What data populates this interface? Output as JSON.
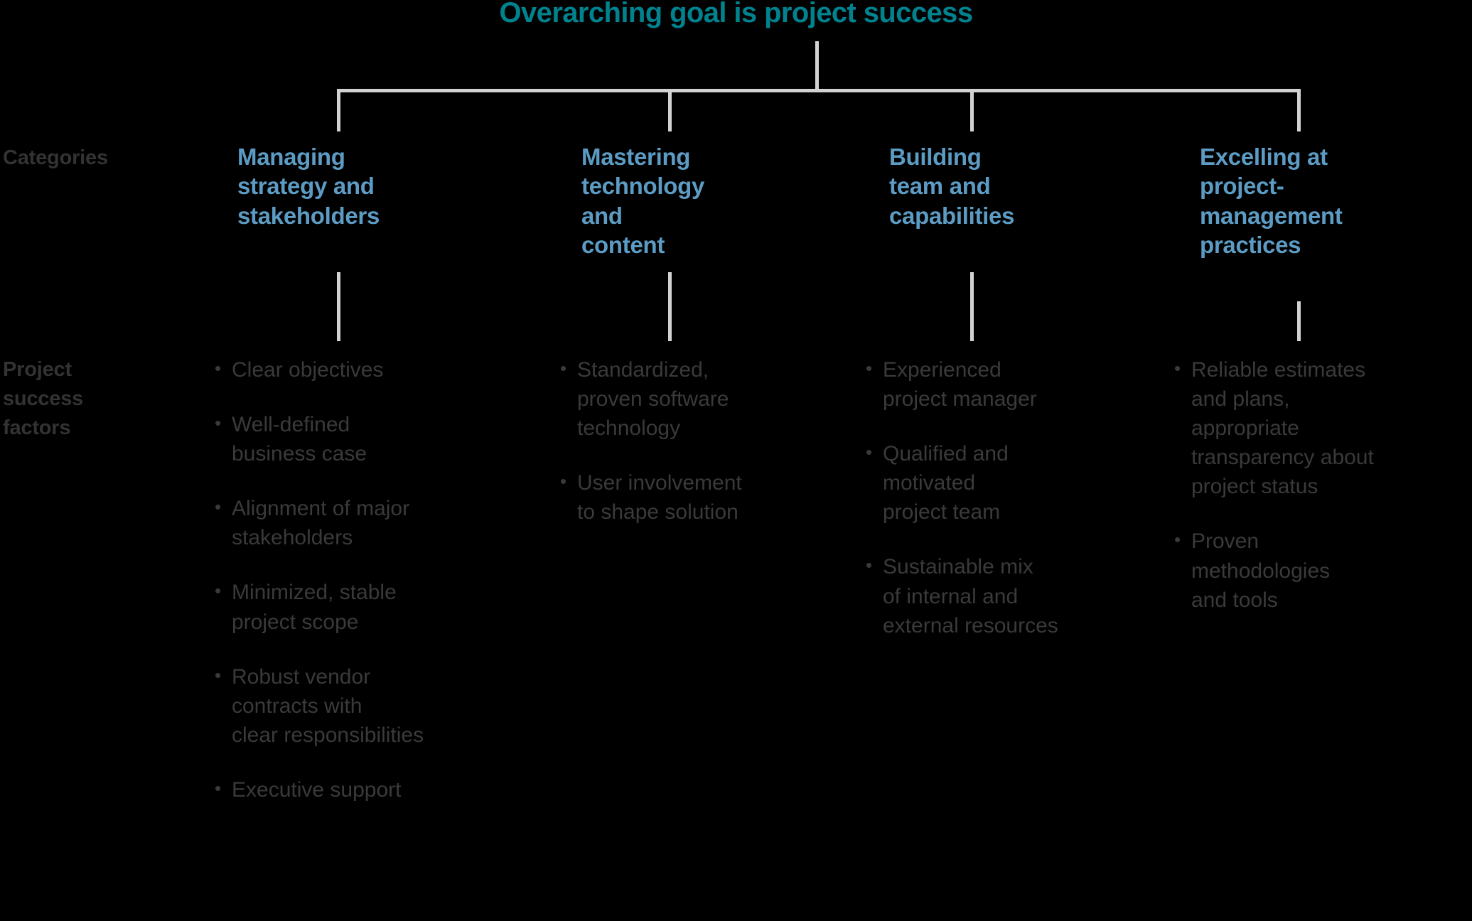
{
  "title": "Overarching goal is project success",
  "colors": {
    "title": "#00838f",
    "category_heading": "#5c9cc4",
    "row_label": "#333333",
    "body_text": "#3a3a3a",
    "connector": "#d2d2d2",
    "background": "#000000"
  },
  "row_labels": {
    "categories": "Categories",
    "factors": "Project\nsuccess\nfactors"
  },
  "columns": [
    {
      "heading": "Managing\nstrategy and\nstakeholders",
      "items": [
        "Clear objectives",
        "Well-defined\nbusiness case",
        "Alignment of major\nstakeholders",
        "Minimized, stable\nproject scope",
        "Robust vendor\ncontracts with\nclear responsibilities",
        "Executive support"
      ]
    },
    {
      "heading": "Mastering\ntechnology\nand content",
      "items": [
        "Standardized,\nproven software\ntechnology",
        "User involvement\nto shape solution"
      ]
    },
    {
      "heading": "Building\nteam and\ncapabilities",
      "items": [
        "Experienced\nproject manager",
        "Qualified and\nmotivated\nproject team",
        "Sustainable mix\nof internal and\nexternal resources"
      ]
    },
    {
      "heading": "Excelling at\nproject-\nmanagement\npractices",
      "items": [
        "Reliable estimates\nand plans,\nappropriate\ntransparency about\nproject status",
        "Proven\nmethodologies\nand tools"
      ]
    }
  ]
}
